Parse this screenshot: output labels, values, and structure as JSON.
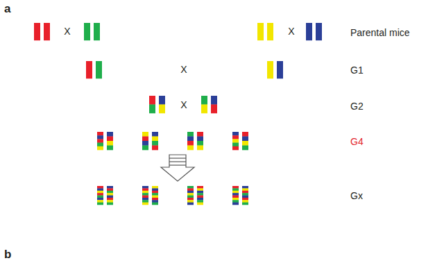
{
  "diagram": {
    "labels": [
      "a",
      "X",
      "X",
      "Parental mice",
      "X",
      "G1",
      "X",
      "G2",
      "G4",
      "Gx",
      "b"
    ]
  }
}
